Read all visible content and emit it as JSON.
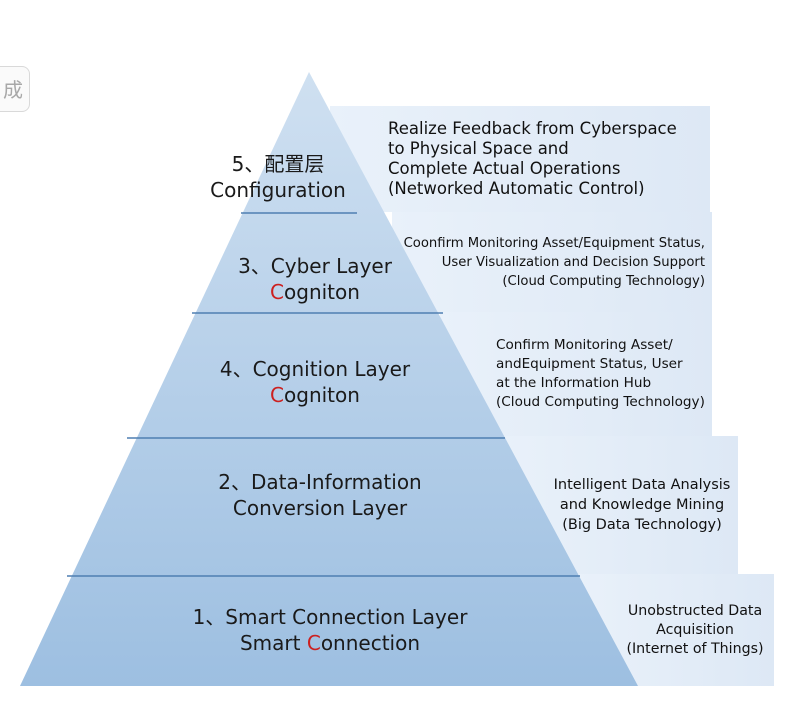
{
  "corner_badge": "成",
  "layers": [
    {
      "id": "5",
      "title": "5、配置层",
      "subtitle": "Configuration",
      "description": [
        "Realize Feedback from Cyberspace",
        "to Physical Space and",
        "Complete Actual Operations",
        "(Networked Automatic Control)"
      ]
    },
    {
      "id": "3",
      "title": "3、Cyber Layer",
      "subtitle_initial": "C",
      "subtitle_rest": "ogniton",
      "description": [
        "Coonfirm Monitoring Asset/Equipment Status,",
        "User Visualization and Decision Support",
        "(Cloud Computing Technology)"
      ]
    },
    {
      "id": "4",
      "title": "4、Cognition Layer",
      "subtitle_initial": "C",
      "subtitle_rest": "ogniton",
      "description": [
        "Confirm Monitoring Asset/",
        "andEquipment Status, User",
        "at the Information Hub",
        "(Cloud Computing Technology)"
      ]
    },
    {
      "id": "2",
      "title": "2、Data-Information",
      "subtitle": "Conversion Layer",
      "description": [
        "Intelligent Data Analysis",
        "and Knowledge Mining",
        "(Big Data Technology)"
      ]
    },
    {
      "id": "1",
      "title": "1、Smart Connection Layer",
      "subtitle_prefix": "Smart ",
      "subtitle_initial": "C",
      "subtitle_rest": "onnection",
      "description": [
        "Unobstructed Data",
        "Acquisition",
        "(Internet of Things)"
      ]
    }
  ],
  "colors": {
    "pyramid_top": "#cfe0f1",
    "pyramid_bottom": "#9dbfe1",
    "divider": "#4f7fb2",
    "accent_red": "#cc2020"
  }
}
